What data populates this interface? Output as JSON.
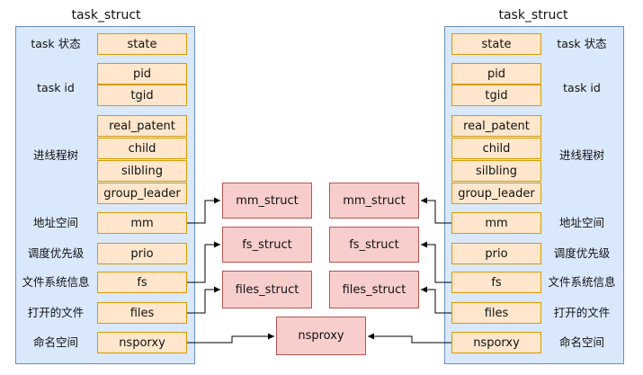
{
  "left_panel": {
    "title": "task_struct",
    "fields": [
      "state",
      "pid",
      "tgid",
      "real_patent",
      "child",
      "silbling",
      "group_leader",
      "mm",
      "prio",
      "fs",
      "files",
      "nsporxy"
    ],
    "labels": [
      "task 状态",
      "task id",
      "进线程树",
      "地址空间",
      "调度优先级",
      "文件系统信息",
      "打开的文件",
      "命名空间"
    ]
  },
  "right_panel": {
    "title": "task_struct",
    "fields": [
      "state",
      "pid",
      "tgid",
      "real_patent",
      "child",
      "silbling",
      "group_leader",
      "mm",
      "prio",
      "fs",
      "files",
      "nsporxy"
    ],
    "labels": [
      "task 状态",
      "task id",
      "进线程树",
      "地址空间",
      "调度优先级",
      "文件系统信息",
      "打开的文件",
      "命名空间"
    ]
  },
  "left_objects": [
    "mm_struct",
    "fs_struct",
    "files_struct"
  ],
  "right_objects": [
    "mm_struct",
    "fs_struct",
    "files_struct"
  ],
  "shared_object": "nsproxy",
  "colors": {
    "panel_fill": "#dae8fc",
    "panel_border": "#6c8ebf",
    "field_fill": "#ffe6cc",
    "field_border": "#d79b00",
    "object_fill": "#f8cecc",
    "object_border": "#b85450"
  }
}
